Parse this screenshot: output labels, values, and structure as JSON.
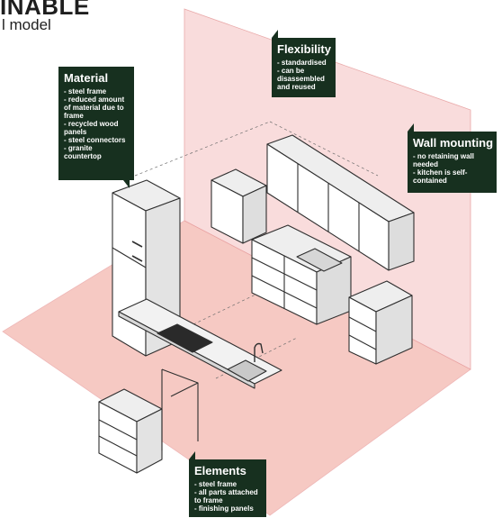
{
  "header": {
    "title": "INABLE",
    "subtitle": "l model"
  },
  "callouts": {
    "material": {
      "title": "Material",
      "items": [
        "- steel frame",
        "- reduced amount of material due to frame",
        "- recycled wood panels",
        "- steel connectors",
        "- granite countertop"
      ]
    },
    "flexibility": {
      "title": "Flexibility",
      "items": [
        "- standardised",
        "- can be disassembled and reused"
      ]
    },
    "wall_mounting": {
      "title": "Wall mounting",
      "items": [
        "- no retaining wall needed",
        "- kitchen is self-contained"
      ]
    },
    "elements": {
      "title": "Elements",
      "items": [
        "- steel frame",
        "- all parts attached to frame",
        "- finishing panels"
      ]
    }
  },
  "colors": {
    "callout_bg": "#17301f",
    "floor": "#f4b8b0",
    "wall": "#f9dcdc",
    "line": "#3a3a3a"
  }
}
